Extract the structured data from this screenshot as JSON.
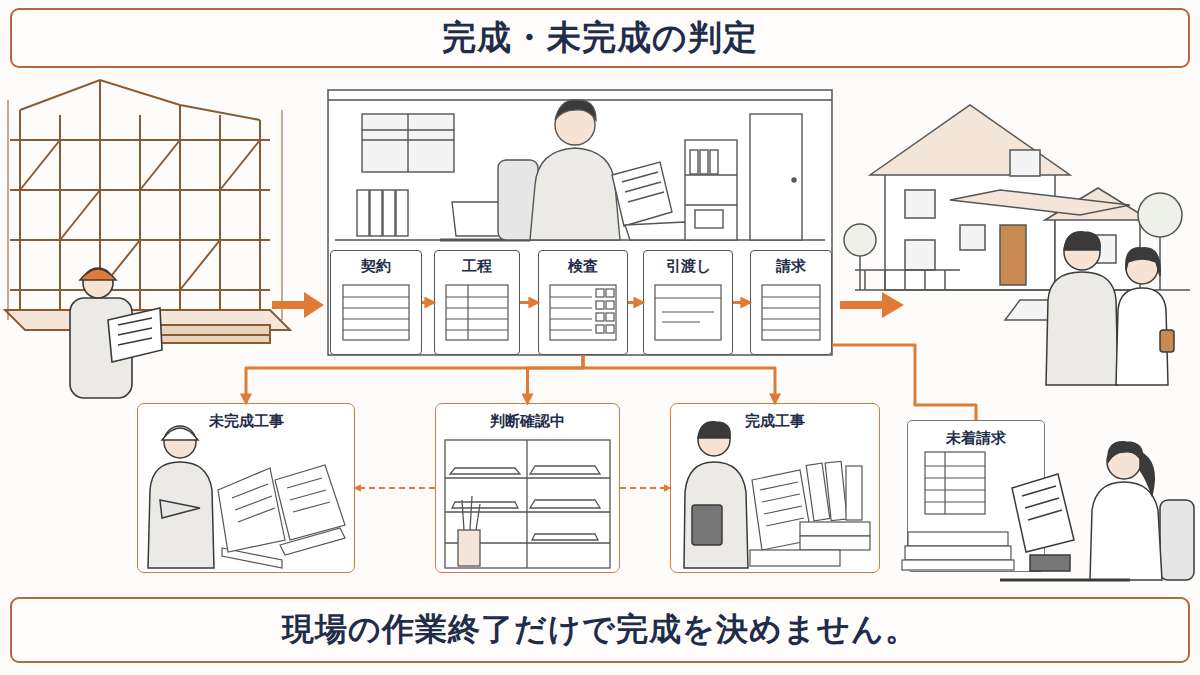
{
  "diagram": {
    "title": "完成・未完成の判定",
    "caption": "現場の作業終了だけで完成を決めません。",
    "nodes": [
      {
        "text": [
          "契約"
        ]
      },
      {
        "text": [
          "工程"
        ]
      },
      {
        "text": [
          "検査"
        ]
      },
      {
        "text": [
          "引渡し"
        ]
      },
      {
        "text": [
          "請求"
        ]
      },
      {
        "text": [
          "未完成工事"
        ]
      },
      {
        "text": [
          "判断確認中"
        ]
      },
      {
        "text": [
          "完成工事"
        ]
      },
      {
        "text": [
          "未着請求"
        ]
      }
    ],
    "edges": [
      {
        "from": 0,
        "to": 1,
        "arrow": "to"
      },
      {
        "from": 1,
        "to": 2,
        "arrow": "to"
      },
      {
        "from": 2,
        "to": 3,
        "arrow": "to"
      },
      {
        "from": 3,
        "to": 4,
        "arrow": "to"
      },
      {
        "from": 2,
        "to": 5,
        "arrow": "to"
      },
      {
        "from": 2,
        "to": 6,
        "arrow": "to"
      },
      {
        "from": 2,
        "to": 7,
        "arrow": "to"
      },
      {
        "from": 4,
        "to": 8,
        "arrow": "none"
      },
      {
        "from": 6,
        "to": 5,
        "arrow": "to"
      },
      {
        "from": 6,
        "to": 7,
        "arrow": "to"
      }
    ]
  }
}
